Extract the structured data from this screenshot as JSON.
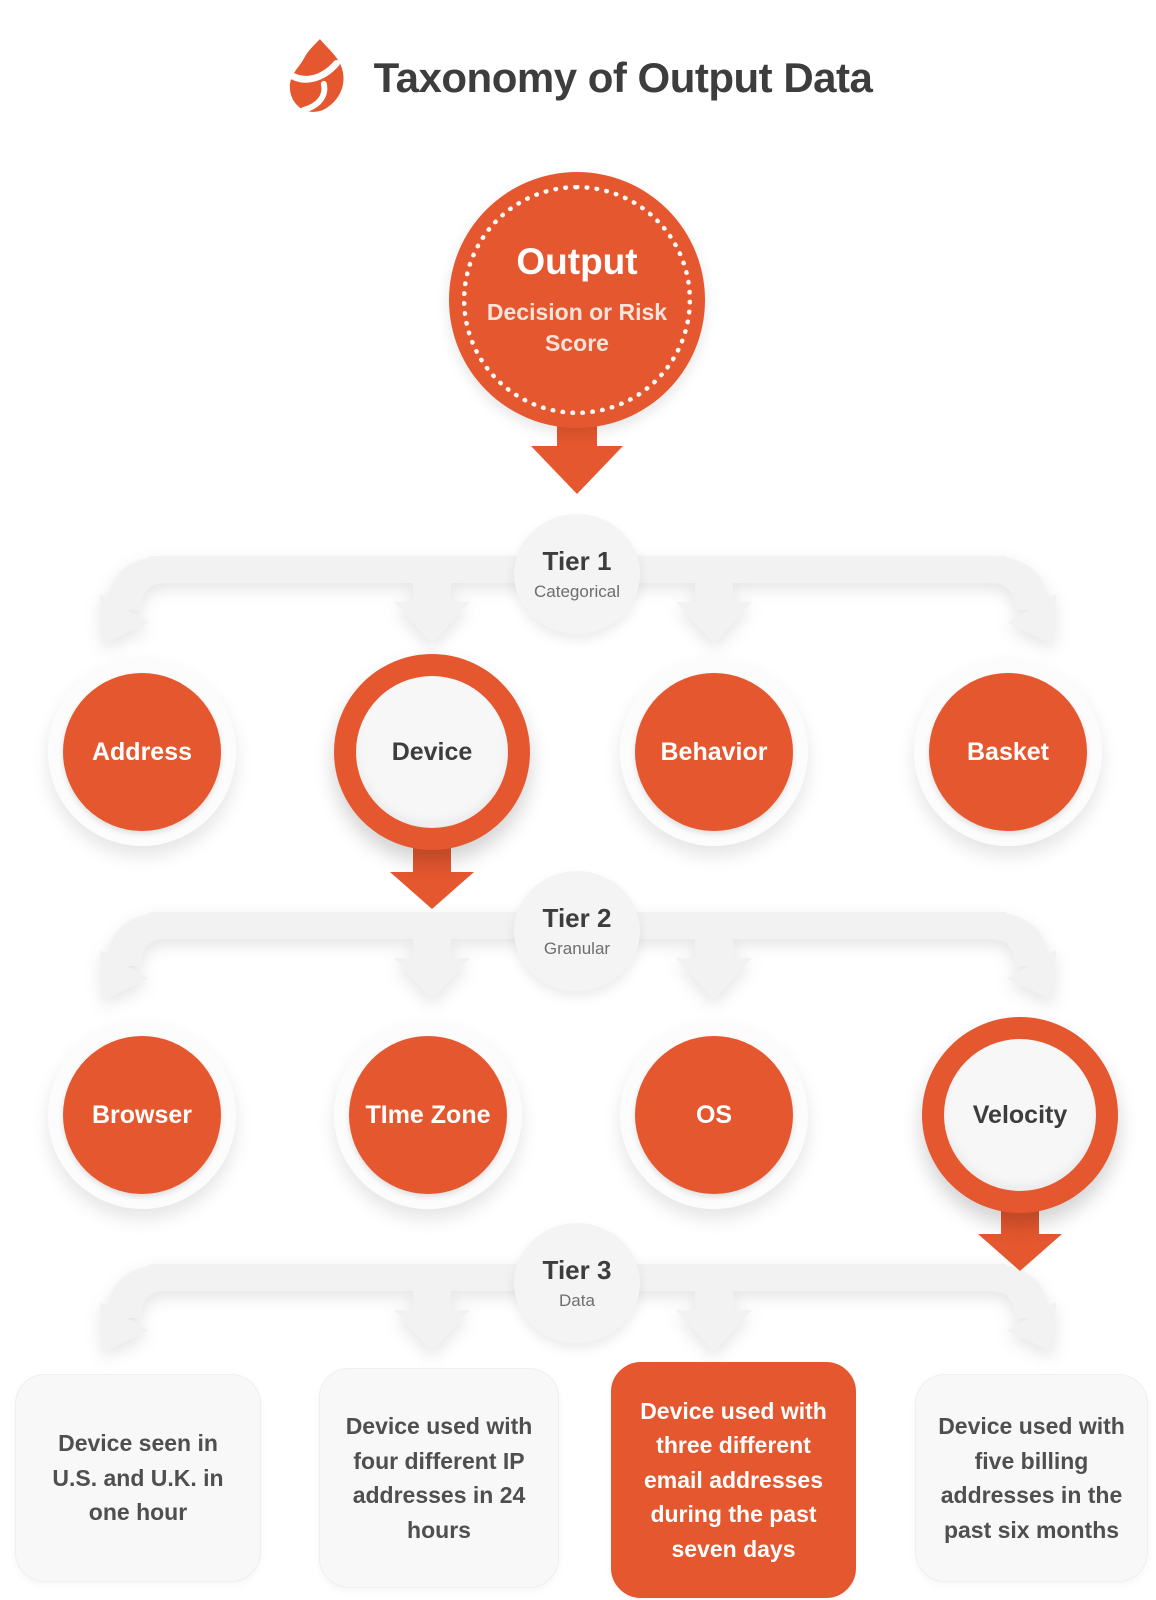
{
  "header": {
    "title": "Taxonomy of Output Data",
    "logo_icon": "flame-icon"
  },
  "root_node": {
    "title": "Output",
    "subtitle": "Decision or Risk Score"
  },
  "tiers": [
    {
      "label": "Tier 1",
      "sublabel": "Categorical",
      "nodes": [
        {
          "label": "Address",
          "style": "filled"
        },
        {
          "label": "Device",
          "style": "outlined-selected"
        },
        {
          "label": "Behavior",
          "style": "filled"
        },
        {
          "label": "Basket",
          "style": "filled"
        }
      ]
    },
    {
      "label": "Tier 2",
      "sublabel": "Granular",
      "nodes": [
        {
          "label": "Browser",
          "style": "filled"
        },
        {
          "label": "TIme Zone",
          "style": "filled"
        },
        {
          "label": "OS",
          "style": "filled"
        },
        {
          "label": "Velocity",
          "style": "outlined-selected"
        }
      ]
    },
    {
      "label": "Tier 3",
      "sublabel": "Data",
      "cards": [
        {
          "text": "Device seen in U.S. and U.K. in one hour",
          "style": "plain"
        },
        {
          "text": "Device used with four different IP addresses in 24 hours",
          "style": "plain"
        },
        {
          "text": "Device used with three different email addresses during the past seven days",
          "style": "highlight"
        },
        {
          "text": "Device used with five billing addresses in the past six months",
          "style": "plain"
        }
      ]
    }
  ],
  "colors": {
    "accent": "#E5572E",
    "band": "#F2F2F2",
    "dark-text": "#3D3D3D",
    "sub-text": "#6E6E6E",
    "card-bg": "#F8F8F8",
    "card-text": "#4F4F4F",
    "white": "#FFFFFF"
  }
}
